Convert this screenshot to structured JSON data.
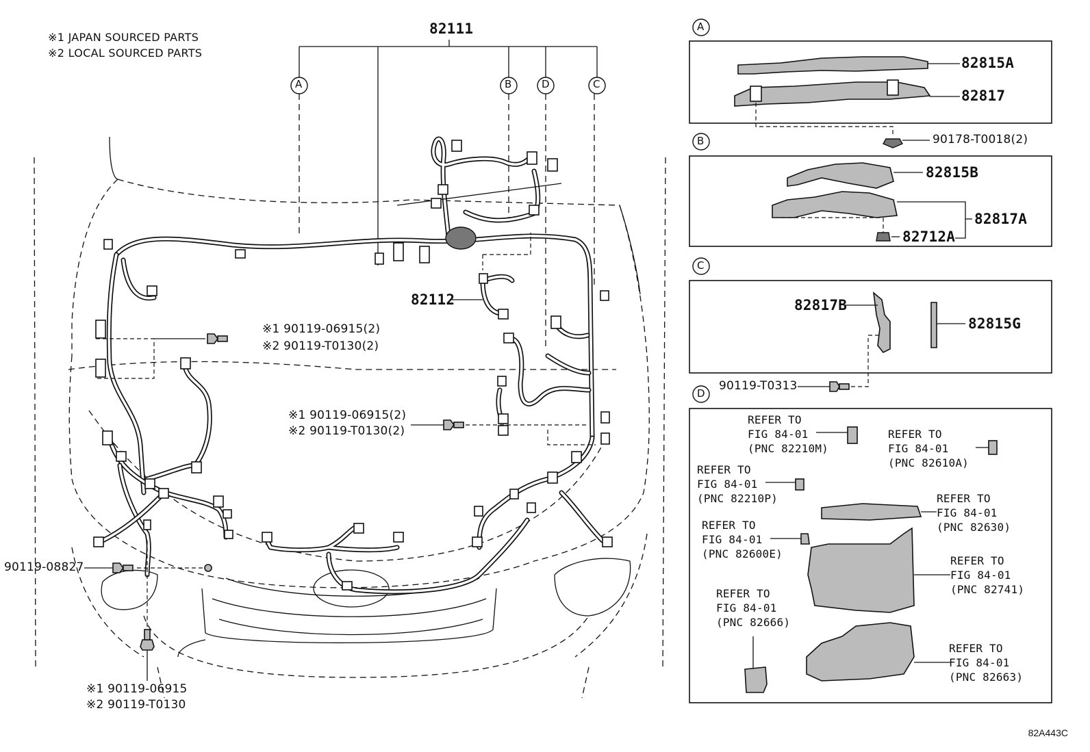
{
  "notes": {
    "note1": "※1 JAPAN SOURCED PARTS",
    "note2": "※2 LOCAL SOURCED PARTS"
  },
  "main": {
    "part_82111": "82111",
    "part_82112": "82112",
    "callouts": {
      "A": "A",
      "B": "B",
      "C": "C",
      "D": "D"
    },
    "bolt_left_1": "※1 90119-06915(2)",
    "bolt_left_2": "※2 90119-T0130(2)",
    "bolt_mid_1": "※1 90119-06915(2)",
    "bolt_mid_2": "※2 90119-T0130(2)",
    "bolt_front": "90119-08827",
    "bolt_bottom_1": "※1 90119-06915",
    "bolt_bottom_2": "※2 90119-T0130"
  },
  "panel_a": {
    "tag": "A",
    "p1": "82815A",
    "p2": "82817",
    "clip": "90178-T0018(2)"
  },
  "panel_b": {
    "tag": "B",
    "p1": "82815B",
    "p2": "82817A",
    "p3": "82712A"
  },
  "panel_c": {
    "tag": "C",
    "p1": "82817B",
    "p2": "82815G",
    "bolt": "90119-T0313"
  },
  "panel_d": {
    "tag": "D",
    "refs": [
      "REFER TO\nFIG 84-01\n(PNC 82210M)",
      "REFER TO\nFIG 84-01\n(PNC 82610A)",
      "REFER TO\nFIG 84-01\n(PNC 82210P)",
      "REFER TO\nFIG 84-01\n(PNC 82630)",
      "REFER TO\nFIG 84-01\n(PNC 82600E)",
      "REFER TO\nFIG 84-01\n(PNC 82741)",
      "REFER TO\nFIG 84-01\n(PNC 82666)",
      "REFER TO\nFIG 84-01\n(PNC 82663)"
    ]
  },
  "figure_code": "82A443C"
}
